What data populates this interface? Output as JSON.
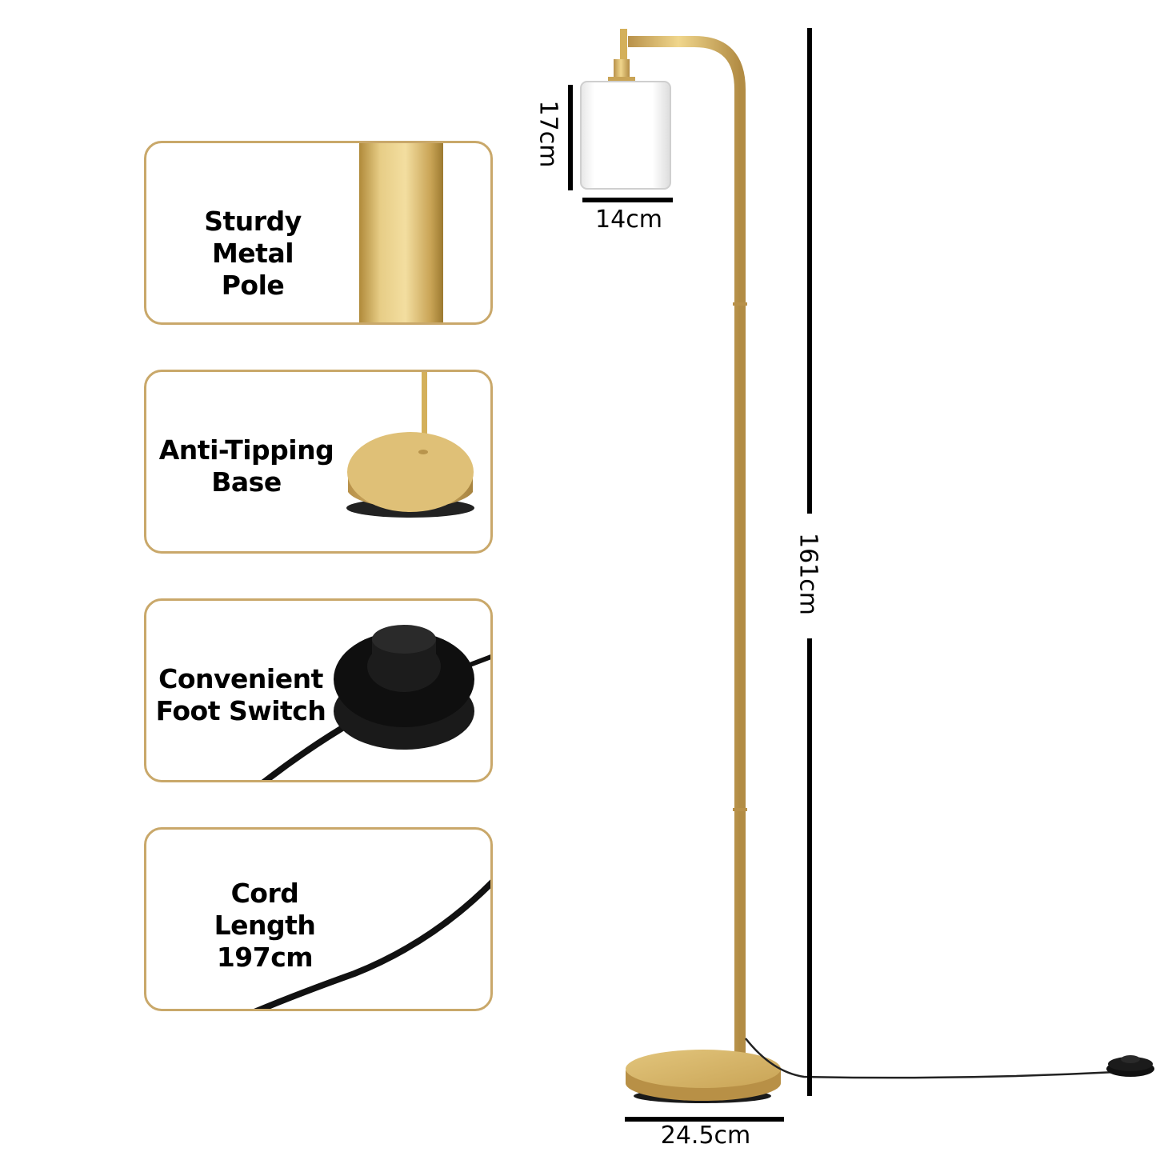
{
  "features": [
    {
      "label_line1": "Sturdy Metal",
      "label_line2": "Pole",
      "icon": "metal-pole"
    },
    {
      "label_line1": "Anti-Tipping",
      "label_line2": "Base",
      "icon": "round-base"
    },
    {
      "label_line1": "Convenient",
      "label_line2": "Foot Switch",
      "icon": "foot-switch"
    },
    {
      "label_line1": "Cord Length",
      "label_line2": "197cm",
      "icon": "power-cord"
    }
  ],
  "dimensions": {
    "shade_height": "17cm",
    "shade_width": "14cm",
    "total_height": "161cm",
    "base_width": "24.5cm"
  },
  "colors": {
    "gold": "#d4b05a",
    "card_border": "#c9a86a",
    "black": "#111111"
  }
}
